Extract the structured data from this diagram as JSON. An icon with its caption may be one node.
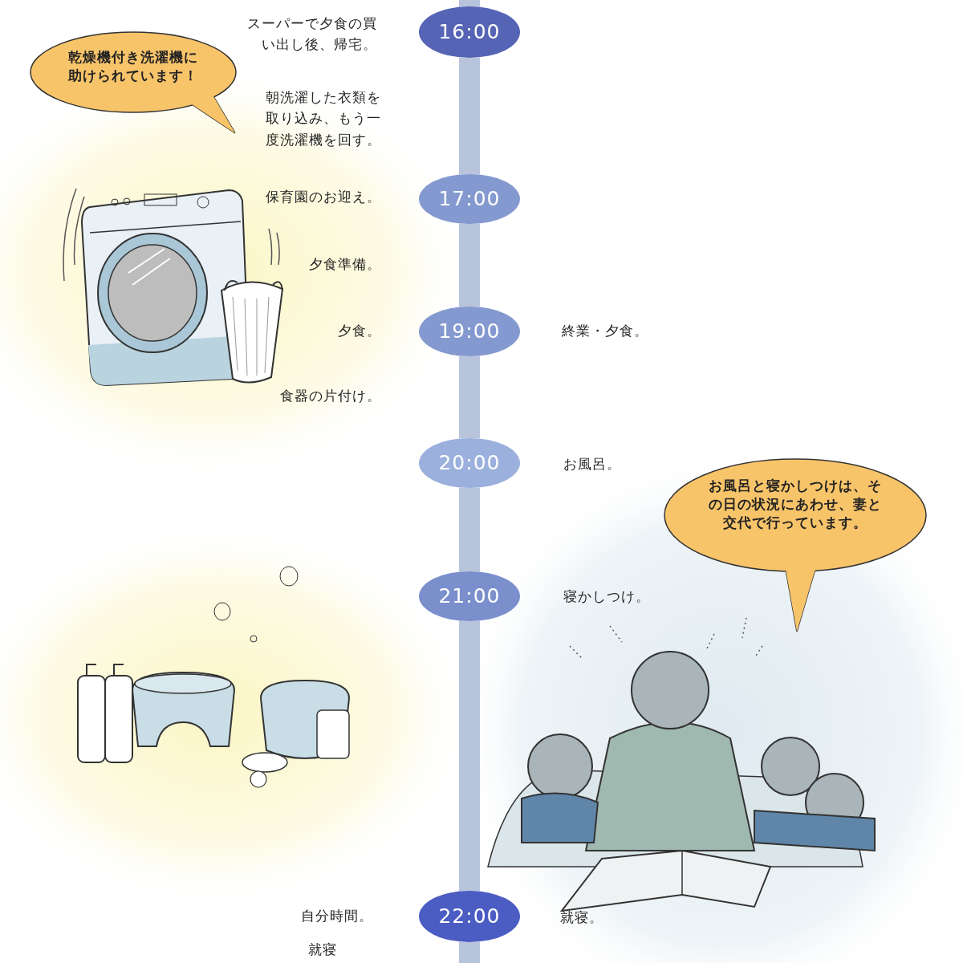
{
  "diagram": {
    "nodes": [
      {
        "text": [
          "16:00"
        ]
      },
      {
        "text": [
          "17:00"
        ]
      },
      {
        "text": [
          "19:00"
        ]
      },
      {
        "text": [
          "20:00"
        ]
      },
      {
        "text": [
          "21:00"
        ]
      },
      {
        "text": [
          "22:00"
        ]
      },
      {
        "text": [
          "乾燥機付き洗濯機に助けられています！"
        ]
      },
      {
        "text": [
          "お風呂と寝かしつけは、その日の状況にあわせ、妻と交代で行っています。"
        ]
      }
    ],
    "edges": [
      {
        "from": null,
        "to": 0,
        "arrow": "none"
      },
      {
        "from": 0,
        "to": 1,
        "arrow": "none"
      },
      {
        "from": 1,
        "to": 2,
        "arrow": "none"
      },
      {
        "from": 2,
        "to": 3,
        "arrow": "none"
      },
      {
        "from": 3,
        "to": 4,
        "arrow": "none"
      },
      {
        "from": 4,
        "to": 5,
        "arrow": "none"
      },
      {
        "from": 5,
        "to": null,
        "arrow": "none"
      }
    ],
    "labels": [
      "スーパーで夕食の買い出し後、帰宅。",
      "朝洗濯した衣類を取り込み、もう一度洗濯機を回す。",
      "保育園のお迎え。",
      "夕食準備。",
      "夕食。",
      "終業・夕食。",
      "食器の片付け。",
      "お風呂。",
      "寝かしつけ。",
      "自分時間。",
      "就寝。",
      "就寝"
    ]
  }
}
